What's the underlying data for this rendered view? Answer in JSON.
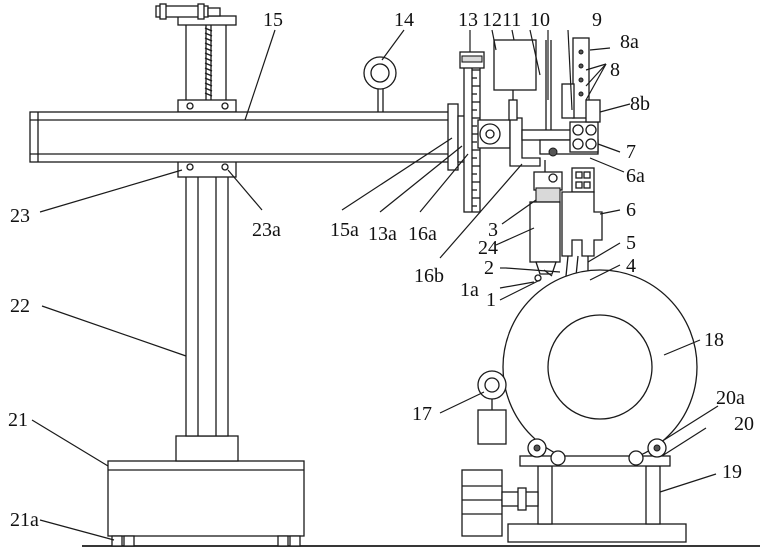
{
  "labels": {
    "l15": "15",
    "l14": "14",
    "l13": "13",
    "l12": "12",
    "l11": "11",
    "l10": "10",
    "l9": "9",
    "l8a": "8a",
    "l8": "8",
    "l8b": "8b",
    "l7": "7",
    "l6a": "6a",
    "l6": "6",
    "l5": "5",
    "l4": "4",
    "l3": "3",
    "l24": "24",
    "l2": "2",
    "l1a": "1a",
    "l1": "1",
    "l23": "23",
    "l23a": "23a",
    "l15a": "15a",
    "l13a": "13a",
    "l16a": "16a",
    "l16b": "16b",
    "l22": "22",
    "l21": "21",
    "l21a": "21a",
    "l18": "18",
    "l17": "17",
    "l20a": "20a",
    "l20": "20",
    "l19": "19"
  }
}
